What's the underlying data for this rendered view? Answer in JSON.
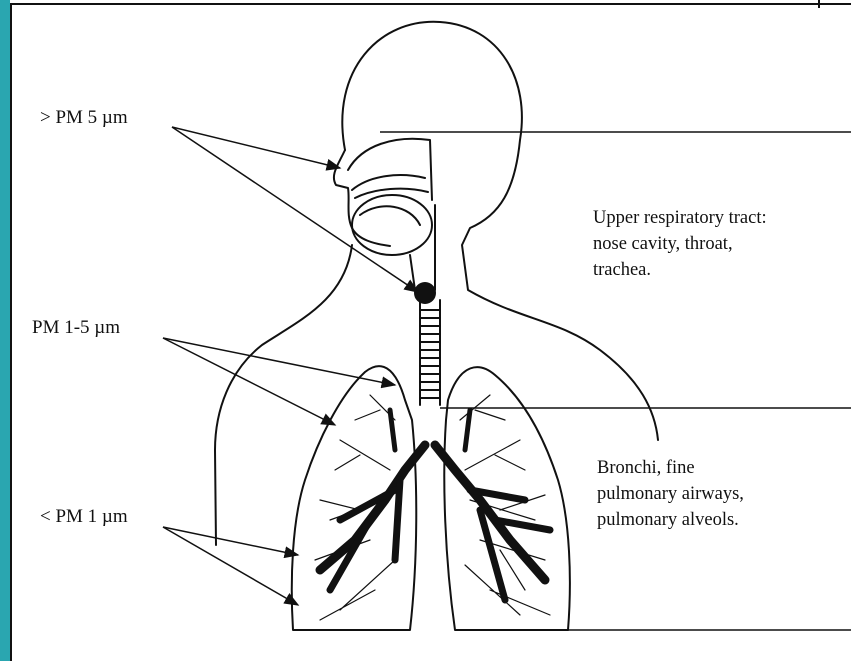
{
  "labels": {
    "pm_large": "> PM 5 µm",
    "pm_medium": "PM 1-5 µm",
    "pm_small": "< PM 1 µm"
  },
  "regions": {
    "upper": [
      "Upper respiratory tract:",
      "nose cavity, throat,",
      "trachea."
    ],
    "lower": [
      "Bronchi, fine",
      "pulmonary airways,",
      "pulmonary alveols."
    ]
  },
  "colors": {
    "frame_accent": "#2aa6b0",
    "ink": "#111111"
  }
}
